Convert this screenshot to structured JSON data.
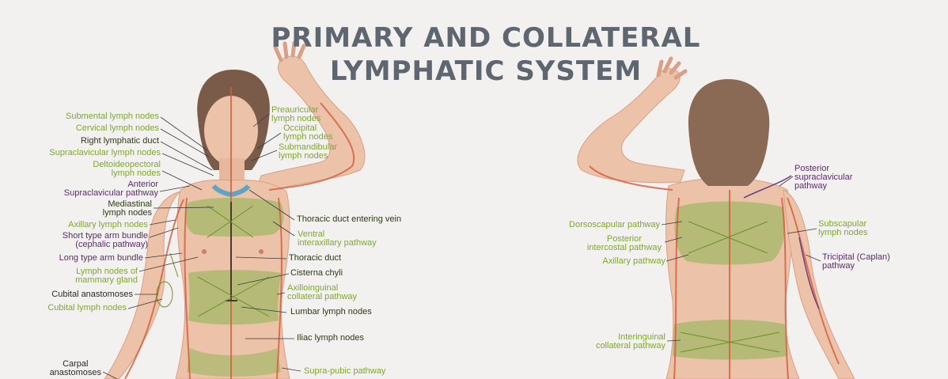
{
  "title": {
    "line1": "PRIMARY AND COLLATERAL",
    "line2": "LYMPHATIC SYSTEM"
  },
  "colors": {
    "background": "#f3f1ef",
    "title": "#5e6670",
    "lymph_green": "#7ea631",
    "structure_purple": "#5a2c6d",
    "pathway_red": "#d45a3a",
    "skin": "#ecc2a8",
    "lymph_fill": "#a7b86a",
    "hair": "#7a5a48"
  },
  "front_labels_left": [
    {
      "line1": "Submental lymph nodes",
      "line2": ""
    },
    {
      "line1": "Cervical lymph nodes",
      "line2": ""
    },
    {
      "line1": "Right lymphatic duct",
      "line2": ""
    },
    {
      "line1": "Supraclavicular lymph nodes",
      "line2": ""
    },
    {
      "line1": "Deltoideopectoral",
      "line2": "lymph nodes"
    },
    {
      "line1": "Anterior",
      "line2": "Supraclavicular pathway"
    },
    {
      "line1": "Mediastinal",
      "line2": "lymph nodes"
    },
    {
      "line1": "Axillary lymph nodes",
      "line2": ""
    },
    {
      "line1": "Short type arm bundle",
      "line2": "(cephalic pathway)"
    },
    {
      "line1": "Long type arm bundle",
      "line2": ""
    },
    {
      "line1": "Lymph nodes of",
      "line2": "mammary gland"
    },
    {
      "line1": "Cubital anastomoses",
      "line2": ""
    },
    {
      "line1": "Cubital lymph nodes",
      "line2": ""
    },
    {
      "line1": "Carpal",
      "line2": "anastomoses"
    }
  ],
  "front_labels_right": [
    {
      "line1": "Preauricular",
      "line2": "lymph nodes"
    },
    {
      "line1": "Occipital",
      "line2": "lymph nodes"
    },
    {
      "line1": "Submandibular",
      "line2": "lymph nodes"
    },
    {
      "line1": "Thoracic duct entering vein",
      "line2": ""
    },
    {
      "line1": "Ventral",
      "line2": "interaxillary pathway"
    },
    {
      "line1": "Thoracic duct",
      "line2": ""
    },
    {
      "line1": "Cisterna chyli",
      "line2": ""
    },
    {
      "line1": "Axilloinguinal",
      "line2": "collateral pathway"
    },
    {
      "line1": "Lumbar lymph nodes",
      "line2": ""
    },
    {
      "line1": "Iliac lymph nodes",
      "line2": ""
    },
    {
      "line1": "Supra-pubic pathway",
      "line2": ""
    }
  ],
  "back_labels_left": [
    {
      "line1": "Dorsoscapular pathway",
      "line2": ""
    },
    {
      "line1": "Posterior",
      "line2": "intercostal pathway"
    },
    {
      "line1": "Axillary pathway",
      "line2": ""
    },
    {
      "line1": "Interinguinal",
      "line2": "collateral pathway"
    }
  ],
  "back_labels_right": [
    {
      "line1": "Posterior",
      "line2": "supraclavicular",
      "line3": "pathway"
    },
    {
      "line1": "Subscapular",
      "line2": "lymph nodes",
      "line3": ""
    },
    {
      "line1": "Tricipital (Caplan)",
      "line2": "pathway",
      "line3": ""
    }
  ]
}
